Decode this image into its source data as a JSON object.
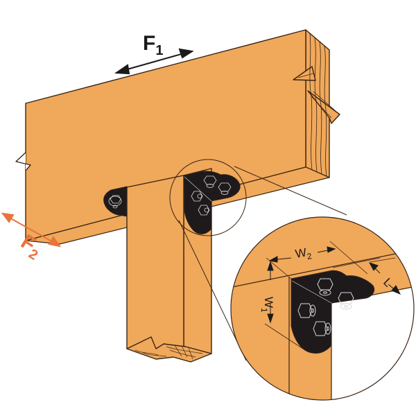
{
  "diagram": {
    "type": "technical-illustration",
    "subject": "Post-to-beam connection with black corner bracket and hex bolts",
    "colors": {
      "wood": "#F0A85A",
      "wood_outline": "#3A2414",
      "bracket": "#1E1A1C",
      "bracket_detail": "#D8D8D8",
      "force_f1": "#1A1A1A",
      "force_f2": "#E8743A",
      "background": "#FFFFFF"
    },
    "labels": {
      "f1": {
        "main": "F",
        "sub": "1",
        "meaning": "load parallel to beam"
      },
      "f2": {
        "main": "F",
        "sub": "2",
        "meaning": "load perpendicular to beam"
      },
      "w1": {
        "main": "W",
        "sub": "1"
      },
      "w2": {
        "main": "W",
        "sub": "2"
      },
      "l": {
        "main": "L"
      }
    },
    "components": [
      "horizontal beam",
      "vertical post",
      "corner bracket",
      "hex-head bolts",
      "magnified detail callout"
    ]
  }
}
